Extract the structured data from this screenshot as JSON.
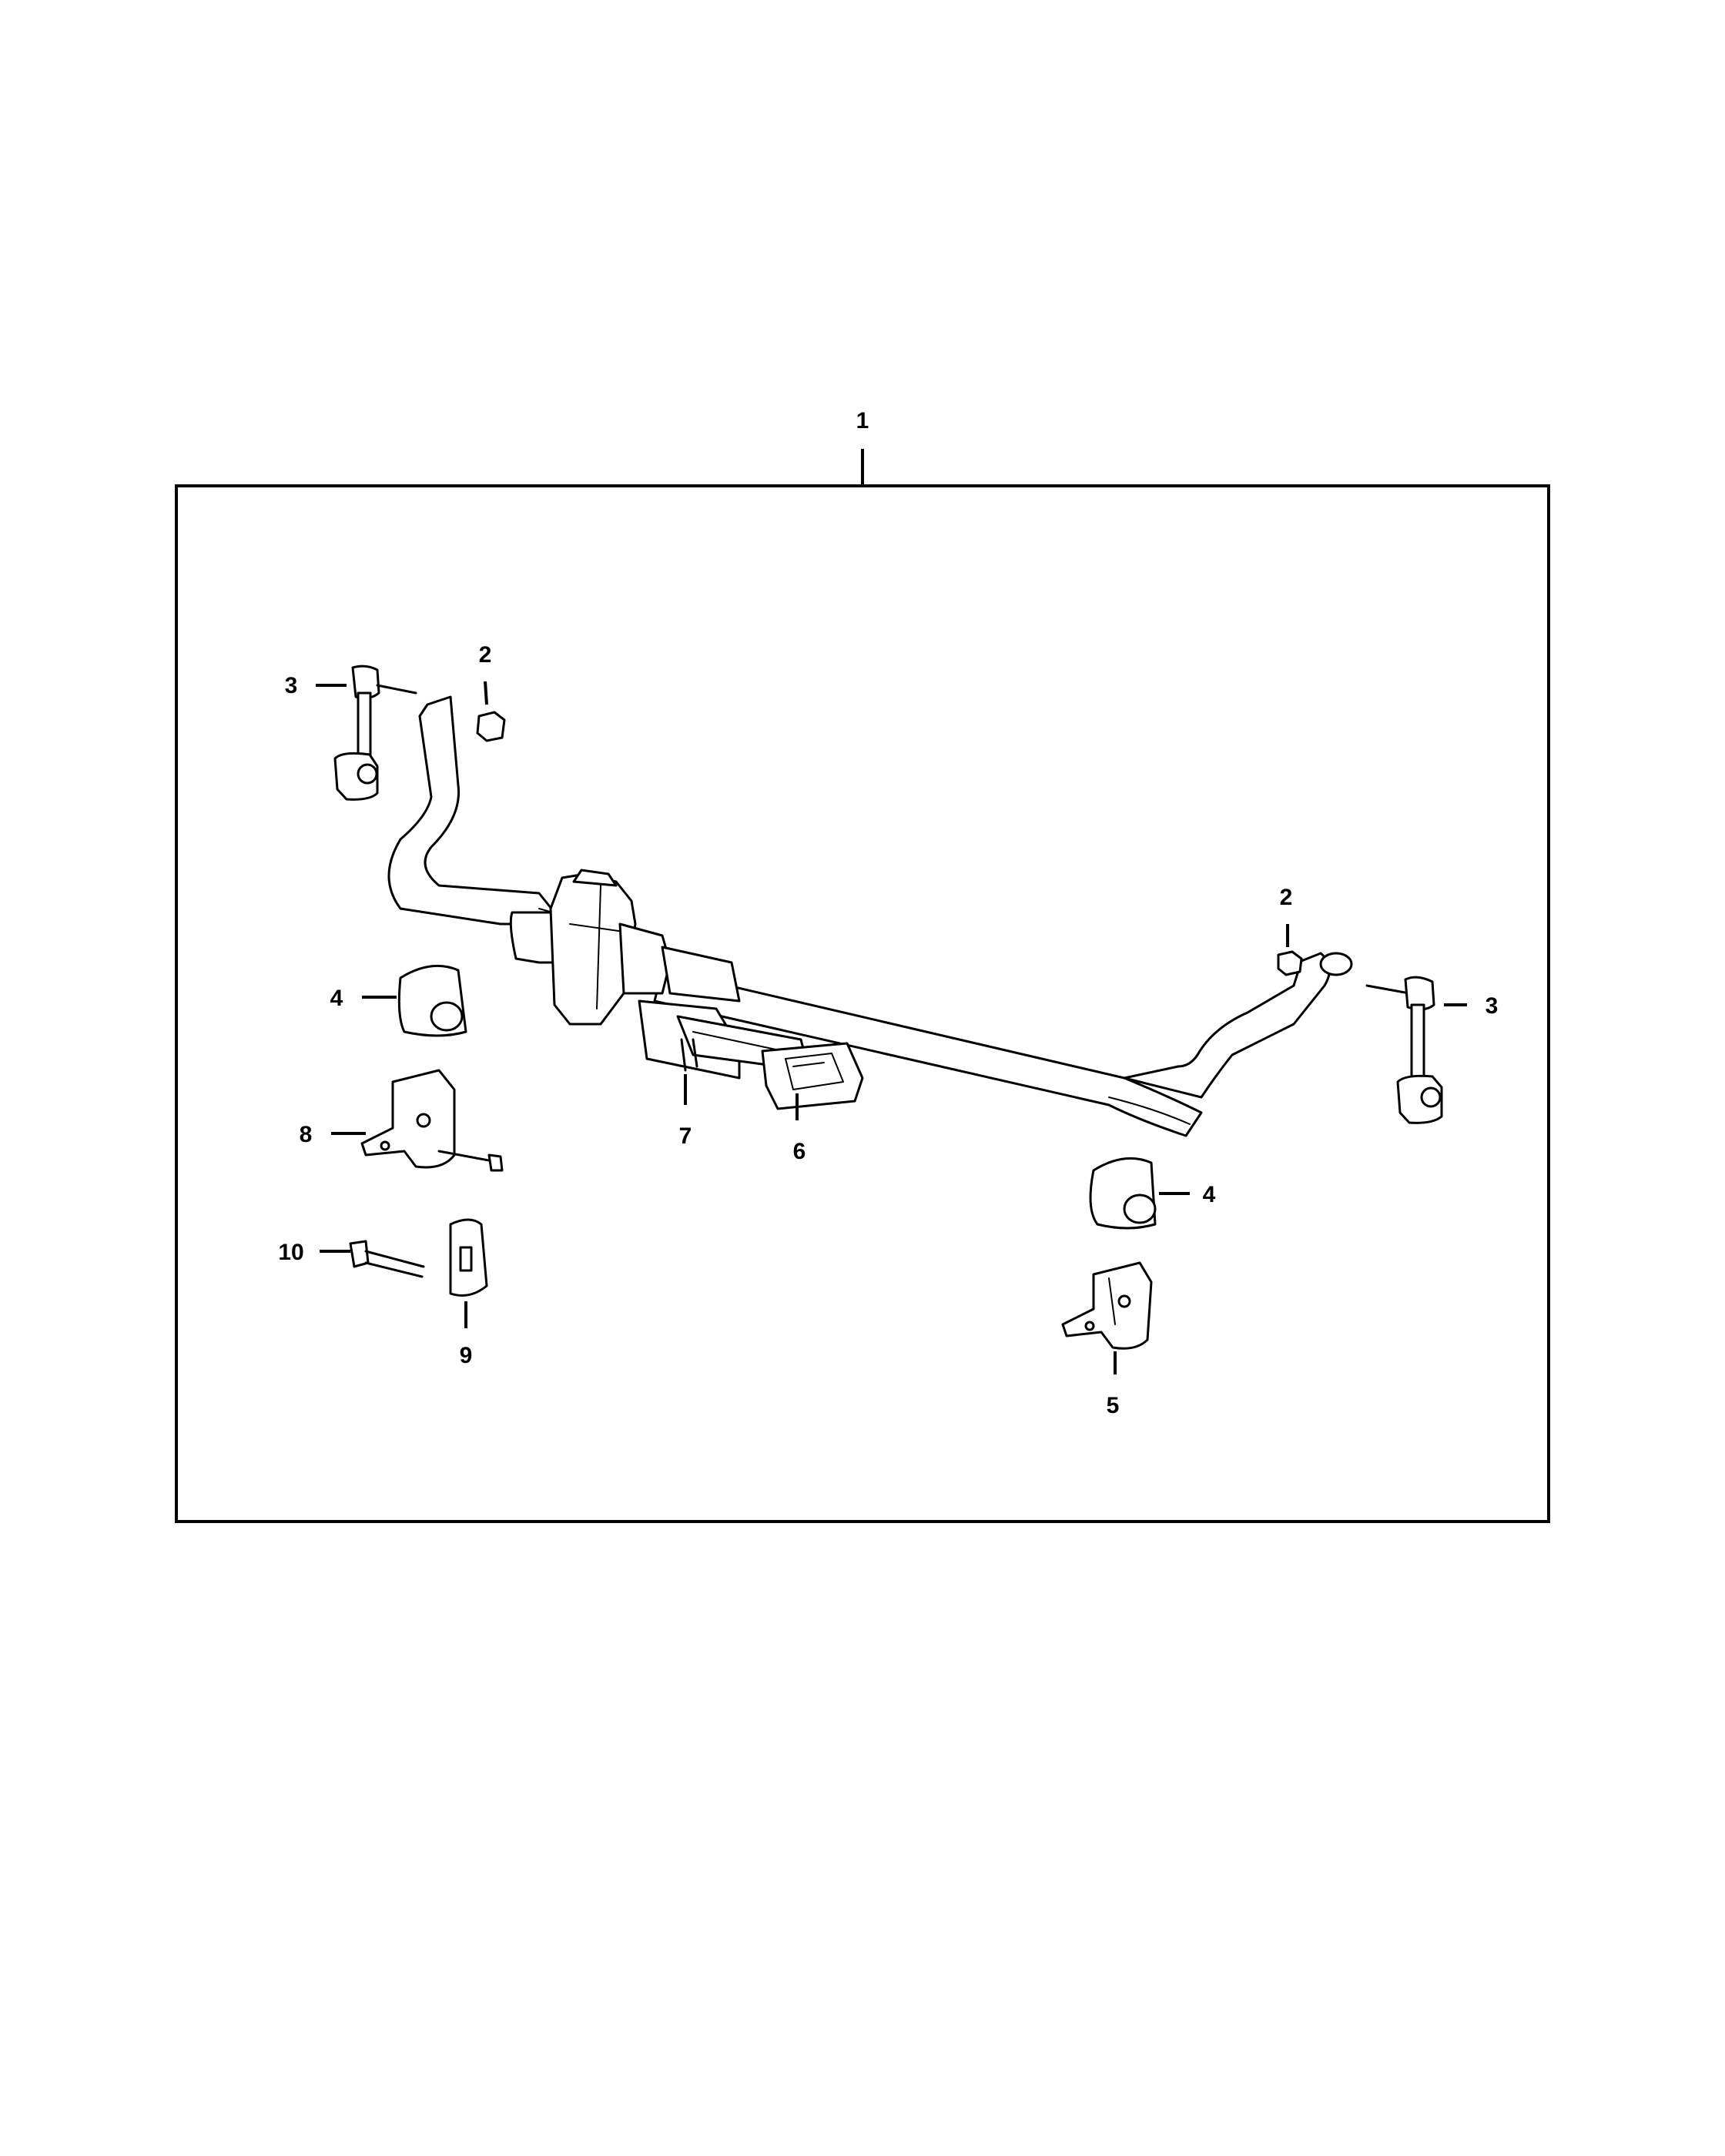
{
  "diagram": {
    "callouts": [
      {
        "id": "c1",
        "label": "1"
      },
      {
        "id": "c2a",
        "label": "2"
      },
      {
        "id": "c2b",
        "label": "2"
      },
      {
        "id": "c3a",
        "label": "3"
      },
      {
        "id": "c3b",
        "label": "3"
      },
      {
        "id": "c4a",
        "label": "4"
      },
      {
        "id": "c4b",
        "label": "4"
      },
      {
        "id": "c5",
        "label": "5"
      },
      {
        "id": "c6",
        "label": "6"
      },
      {
        "id": "c7",
        "label": "7"
      },
      {
        "id": "c8",
        "label": "8"
      },
      {
        "id": "c9",
        "label": "9"
      },
      {
        "id": "c10",
        "label": "10"
      }
    ]
  }
}
